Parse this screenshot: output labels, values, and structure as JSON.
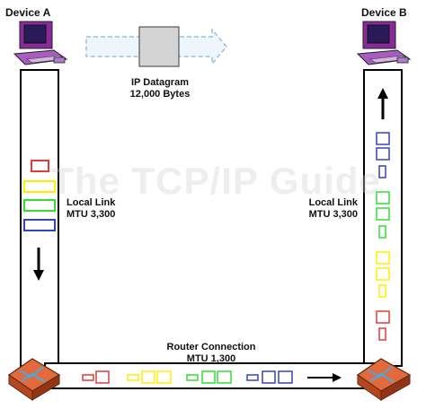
{
  "device_a": {
    "title": "Device A"
  },
  "device_b": {
    "title": "Device B"
  },
  "datagram": {
    "line1": "IP Datagram",
    "line2": "12,000 Bytes"
  },
  "local_link_a": {
    "line1": "Local Link",
    "line2": "MTU 3,300"
  },
  "local_link_b": {
    "line1": "Local Link",
    "line2": "MTU 3,300"
  },
  "router_connection": {
    "line1": "Router Connection",
    "line2": "MTU 1,300"
  },
  "watermark": "The TCP/IP Guide",
  "fragment_colors": {
    "red": "#e23b3b",
    "yellow": "#ffee00",
    "green": "#33dd33",
    "blue": "#3344bb"
  }
}
